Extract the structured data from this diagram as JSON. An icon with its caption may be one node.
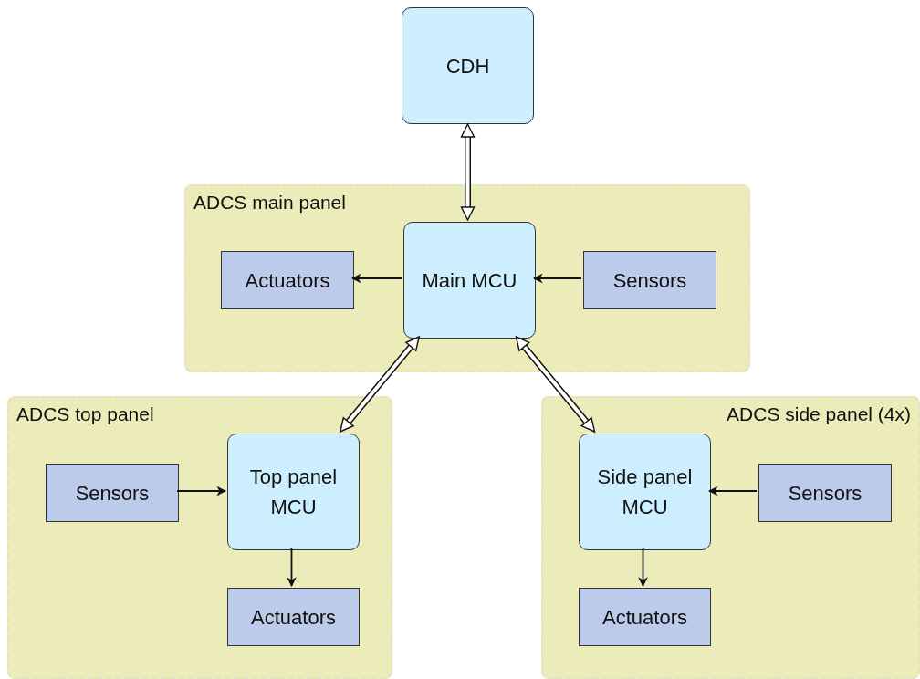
{
  "diagram": {
    "nodes": [
      {
        "text": [
          "CDH"
        ]
      },
      {
        "text": [
          "ADCS main panel"
        ]
      },
      {
        "text": [
          "Actuators"
        ],
        "in": 1
      },
      {
        "text": [
          "Main MCU"
        ],
        "in": 1
      },
      {
        "text": [
          "Sensors"
        ],
        "in": 1
      },
      {
        "text": [
          "ADCS top panel"
        ]
      },
      {
        "text": [
          "Sensors"
        ],
        "in": 5
      },
      {
        "text": [
          "Top panel MCU"
        ],
        "in": 5
      },
      {
        "text": [
          "Actuators"
        ],
        "in": 5
      },
      {
        "text": [
          "ADCS side panel (4x)"
        ]
      },
      {
        "text": [
          "Side panel MCU"
        ],
        "in": 9
      },
      {
        "text": [
          "Sensors"
        ],
        "in": 9
      },
      {
        "text": [
          "Actuators"
        ],
        "in": 9
      }
    ],
    "edges": [
      {
        "from": 0,
        "to": 3,
        "arrow": "both",
        "style": "thick"
      },
      {
        "from": 3,
        "to": 2,
        "arrow": "to"
      },
      {
        "from": 4,
        "to": 3,
        "arrow": "to"
      },
      {
        "from": 3,
        "to": 7,
        "arrow": "both",
        "style": "thick"
      },
      {
        "from": 3,
        "to": 10,
        "arrow": "both",
        "style": "thick"
      },
      {
        "from": 6,
        "to": 7,
        "arrow": "to"
      },
      {
        "from": 7,
        "to": 8,
        "arrow": "to"
      },
      {
        "from": 11,
        "to": 10,
        "arrow": "to"
      },
      {
        "from": 10,
        "to": 12,
        "arrow": "to"
      }
    ]
  }
}
